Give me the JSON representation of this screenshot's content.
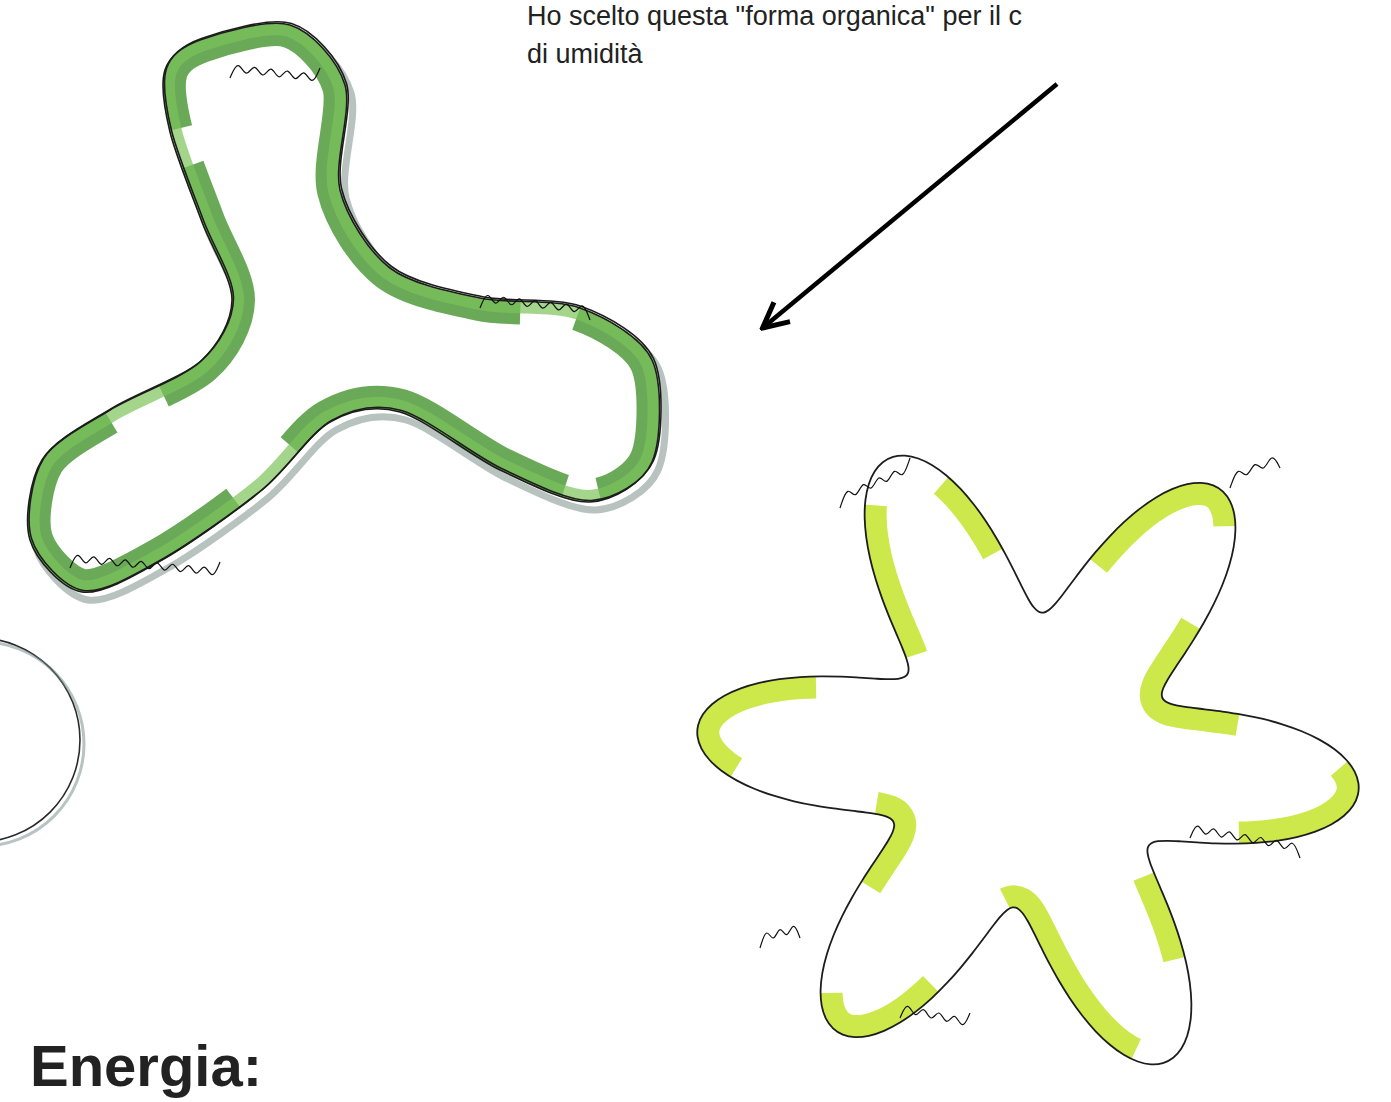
{
  "diagram": {
    "labels": [
      "Ho scelto questa \"forma organica\" per il c",
      "di umidità",
      "Energia:"
    ]
  }
}
